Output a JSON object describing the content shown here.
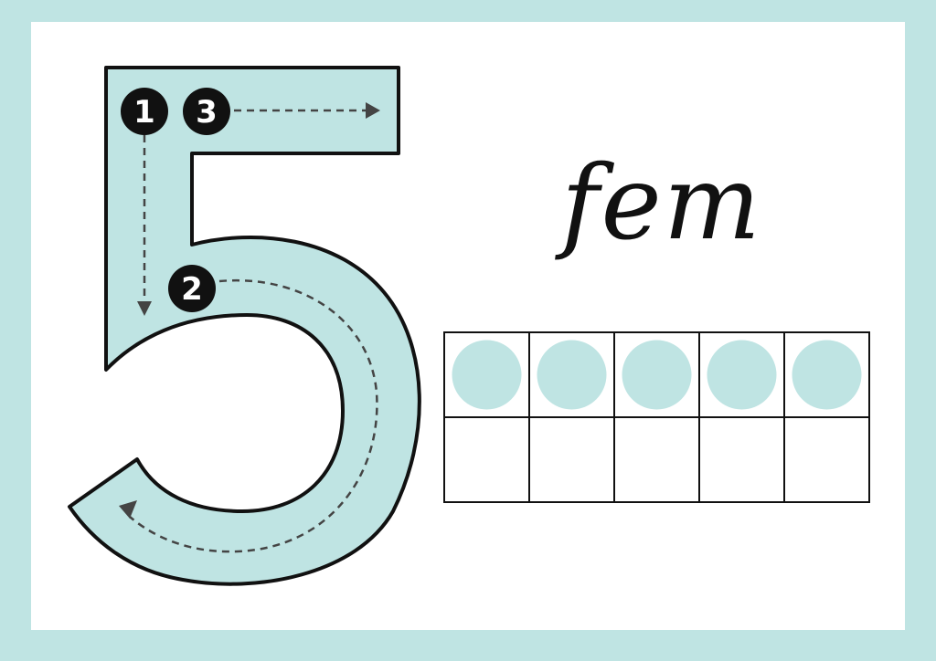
{
  "word": "fem",
  "digit": "5",
  "steps": [
    "1",
    "2",
    "3"
  ],
  "ten_frame": {
    "rows": 2,
    "columns": 5,
    "filled": 5
  },
  "colors": {
    "border": "#bfe4e3",
    "digit_fill": "#bfe4e3",
    "counter": "#bfe4e3",
    "outline": "#111111",
    "badge": "#111111",
    "guide_line": "#444444"
  },
  "icons": [
    "arrow-icon"
  ]
}
